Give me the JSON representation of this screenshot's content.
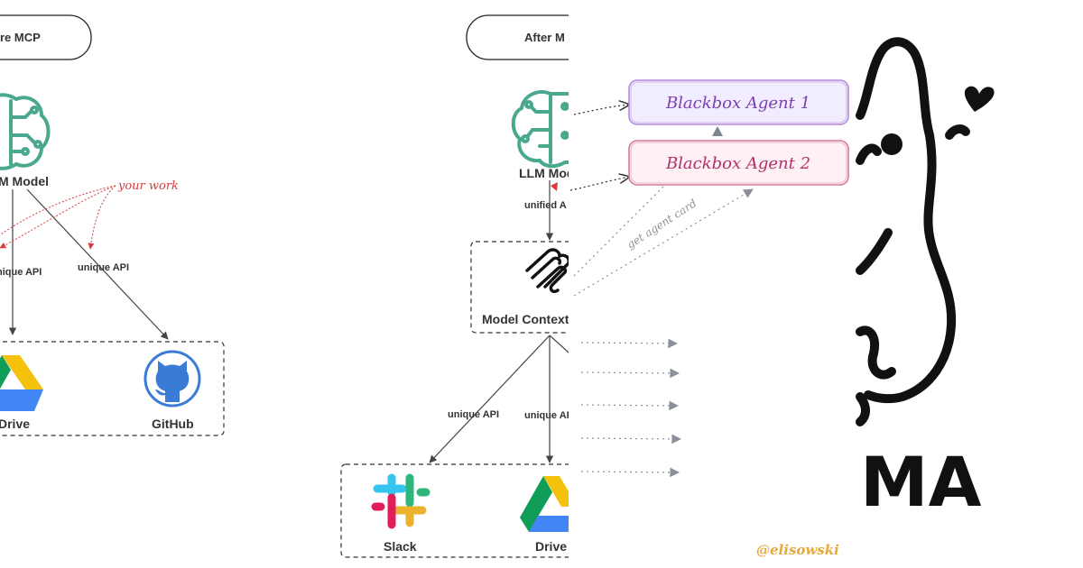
{
  "left_panel": {
    "header": "re MCP",
    "llm_label": "M Model",
    "api_left": "nique API",
    "api_right": "unique API",
    "annotation": "your work",
    "node_drive": "Drive",
    "node_github": "GitHub"
  },
  "middle_panel": {
    "header": "After M",
    "llm_label": "LLM Mod",
    "unified_api": "unified A",
    "mcp_label": "Model Context",
    "api_left": "unique API",
    "api_right": "unique AP",
    "node_slack": "Slack",
    "node_drive": "Drive"
  },
  "agents_panel": {
    "agent1": "Blackbox Agent 1",
    "agent2": "Blackbox Agent 2",
    "link_label": "get agent card",
    "credit": "@elisowski"
  },
  "right_panel": {
    "big_text": "MA"
  },
  "colors": {
    "llm_icon": "#4aa88f",
    "agent1_fill": "#f1edff",
    "agent1_stroke": "#b48ad8",
    "agent1_text": "#7b3fb0",
    "agent2_fill": "#fff0f4",
    "agent2_stroke": "#d27aa0",
    "agent2_text": "#b0306a",
    "annotation": "#d83c3c",
    "github": "#3a7bd5",
    "credit": "#e8a93a"
  }
}
